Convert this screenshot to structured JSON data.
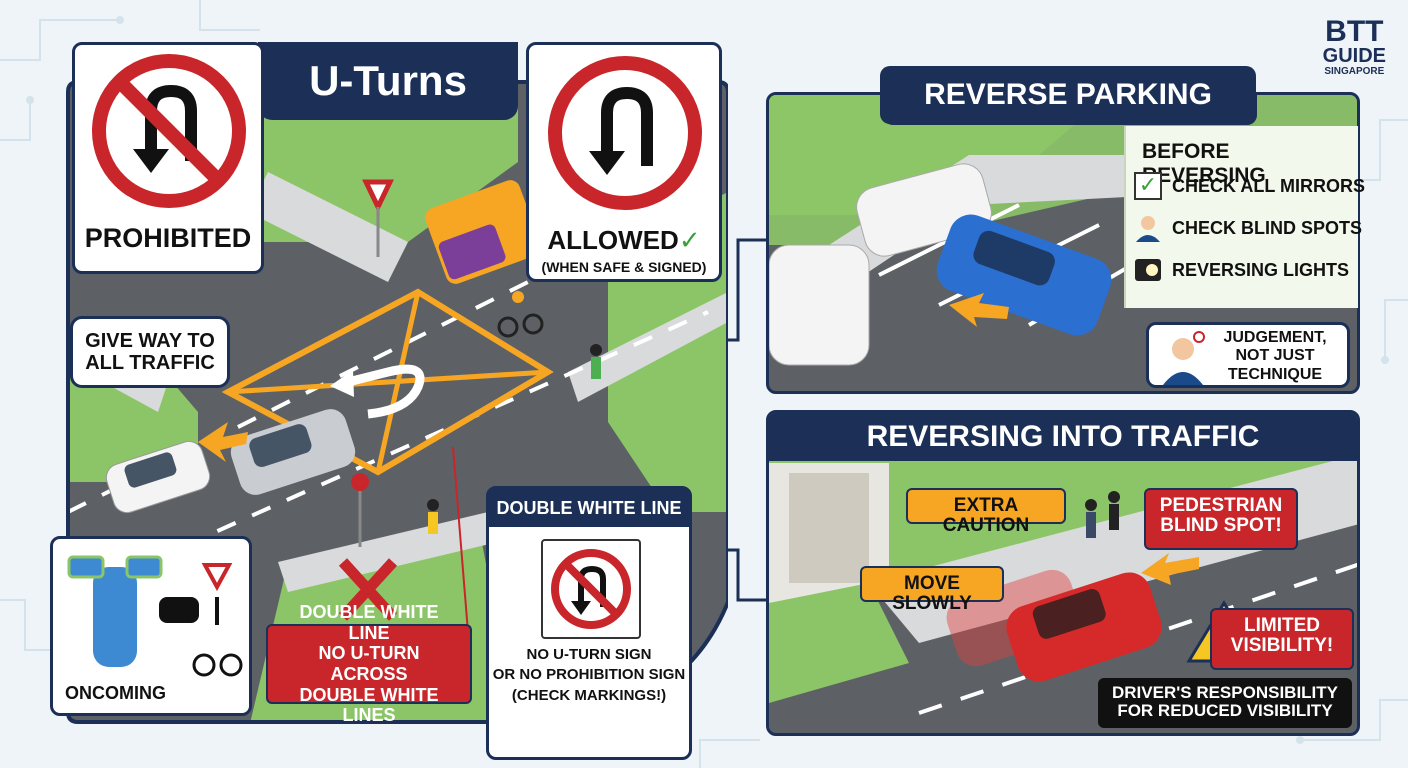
{
  "brand": {
    "line1": "BTT",
    "line2": "GUIDE",
    "line3": "SINGAPORE"
  },
  "uturns": {
    "title": "U-Turns",
    "prohibited_label": "PROHIBITED",
    "allowed_label": "ALLOWED",
    "allowed_sub": "(WHEN SAFE & SIGNED)",
    "give_way": "GIVE WAY TO ALL TRAFFIC",
    "oncoming": "ONCOMING",
    "double_white_warning": [
      "DOUBLE WHITE LINE",
      "NO U-TURN ACROSS",
      "DOUBLE WHITE LINES"
    ],
    "double_white_box": {
      "title": "DOUBLE WHITE LINE",
      "caption": [
        "NO U-TURN SIGN",
        "OR NO PROHIBITION SIGN",
        "(CHECK MARKINGS!)"
      ]
    }
  },
  "reverse_parking": {
    "title": "REVERSE PARKING",
    "before_title": "BEFORE REVERSING",
    "items": [
      {
        "label": "CHECK ALL MIRRORS",
        "icon": "check-icon"
      },
      {
        "label": "CHECK BLIND SPOTS",
        "icon": "person-icon"
      },
      {
        "label": "REVERSING LIGHTS",
        "icon": "light-icon"
      }
    ],
    "judgement": [
      "JUDGEMENT,",
      "NOT JUST",
      "TECHNIQUE"
    ]
  },
  "reversing_traffic": {
    "title": "REVERSING INTO TRAFFIC",
    "extra_caution": "EXTRA CAUTION",
    "move_slowly": "MOVE SLOWLY",
    "pedestrian": [
      "PEDESTRIAN",
      "BLIND SPOT!"
    ],
    "limited": [
      "LIMITED",
      "VISIBILITY!"
    ],
    "responsibility": [
      "DRIVER'S RESPONSIBILITY",
      "FOR REDUCED VISIBILITY"
    ]
  },
  "colors": {
    "navy": "#1b2f57",
    "road": "#5d6166",
    "grass": "#8cc567",
    "orange": "#f6a623",
    "red": "#c8262a",
    "sidewalk": "#d9dadb"
  }
}
